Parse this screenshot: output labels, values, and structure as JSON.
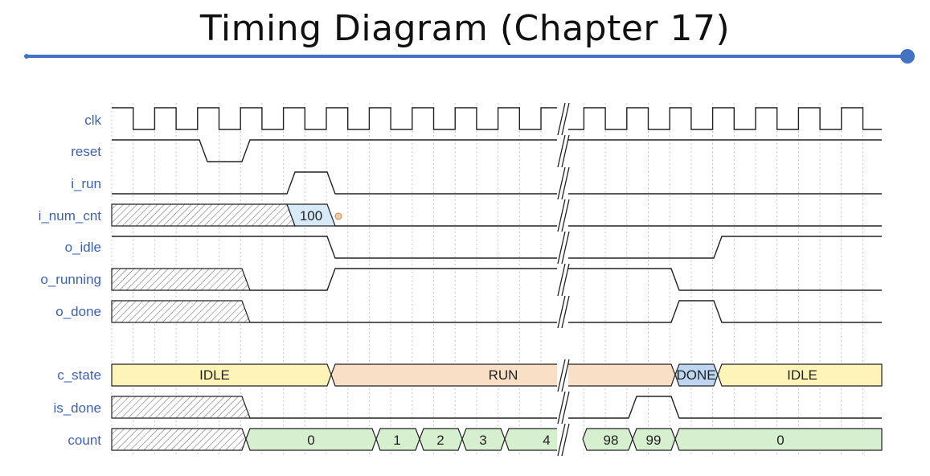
{
  "title": "Timing Diagram (Chapter 17)",
  "colors": {
    "accent": "#4472C4",
    "signal_label": "#3B62B4",
    "idle_fill": "#FFF4B8",
    "run_fill": "#F8DFC6",
    "done_fill": "#BFD6F2",
    "count_fill": "#D6F0CF",
    "value_fill": "#D6EAF8"
  },
  "signals": {
    "clk": "clk",
    "reset": "reset",
    "i_run": "i_run",
    "i_num_cnt": "i_num_cnt",
    "o_idle": "o_idle",
    "o_running": "o_running",
    "o_done": "o_done",
    "c_state": "c_state",
    "is_done": "is_done",
    "count": "count"
  },
  "values": {
    "num_cnt": "100",
    "state_idle_1": "IDLE",
    "state_run": "RUN",
    "state_done": "DONE",
    "state_idle_2": "IDLE",
    "count_0a": "0",
    "count_1": "1",
    "count_2": "2",
    "count_3": "3",
    "count_4": "4",
    "count_98": "98",
    "count_99": "99",
    "count_0b": "0"
  }
}
